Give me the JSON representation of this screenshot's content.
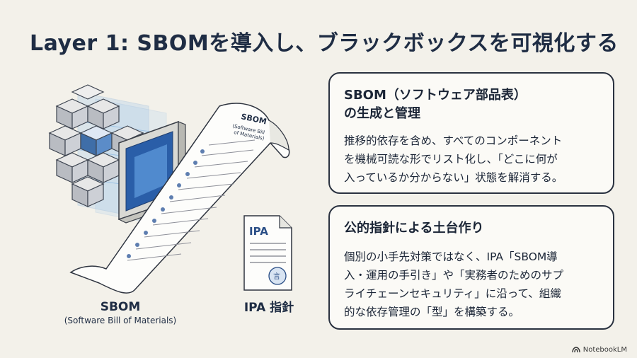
{
  "title": "Layer 1: SBOMを導入し、ブラックボックスを可視化する",
  "card1": {
    "title_line1": "SBOM（ソフトウェア部品表）",
    "title_line2": "の生成と管理",
    "body_line1": "推移的依存を含め、すべてのコンポーネント",
    "body_line2": "を機械可読な形でリスト化し、「どこに何が",
    "body_line3": "入っているか分からない」状態を解消する。"
  },
  "card2": {
    "title": "公的指針による土台作り",
    "body_line1": "個別の小手先対策ではなく、IPA「SBOM導",
    "body_line2": "入・運用の手引き」や「実務者のためのサプ",
    "body_line3": "ライチェーンセキュリティ」に沿って、組織",
    "body_line4": "的な依存管理の「型」を構築する。"
  },
  "illustration": {
    "scroll_title": "SBOM",
    "scroll_subtitle_line1": "(Software Bill",
    "scroll_subtitle_line2": "of Materials)",
    "doc_label": "IPA",
    "seal_glyph": "言"
  },
  "captions": {
    "sbom": "SBOM",
    "sbom_sub": "(Software Bill of Materials)",
    "ipa": "IPA 指針"
  },
  "logo": "NotebookLM"
}
